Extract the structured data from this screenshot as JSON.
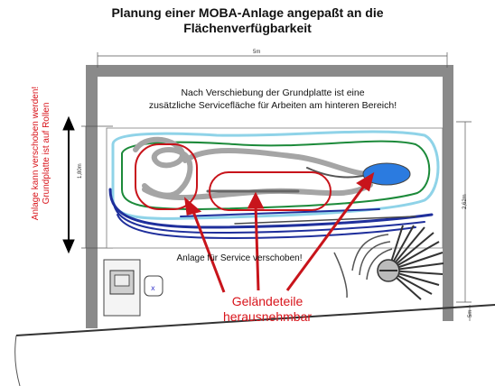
{
  "title": {
    "line1": "Planung einer MOBA-Anlage angepaßt an die",
    "line2": "Flächenverfügbarkeit"
  },
  "note_top": {
    "line1": "Nach  Verschiebung der Grundplatte ist eine",
    "line2": "zusätzliche Servicefläche für Arbeiten am hinteren Bereich!"
  },
  "note_service": "Anlage für Service verschoben!",
  "side_label": {
    "line1": "Anlage kann verschoben werden!",
    "line2": "Grundplatte ist auf Rollen"
  },
  "callout": {
    "line1": "Geländeteile",
    "line2": "herausnehmbar"
  },
  "dimensions": {
    "width_label": "5m",
    "left_label": "1,80m",
    "right_label": "2,62m",
    "small_label": "5m"
  },
  "colors": {
    "callout_red": "#d8141b",
    "wall_gray": "#8a8a8a",
    "track_gray": "#9a9a9a",
    "track_blue": "#1f2f9c",
    "track_green": "#1c8a3a",
    "lake_blue": "#2b7be0"
  }
}
